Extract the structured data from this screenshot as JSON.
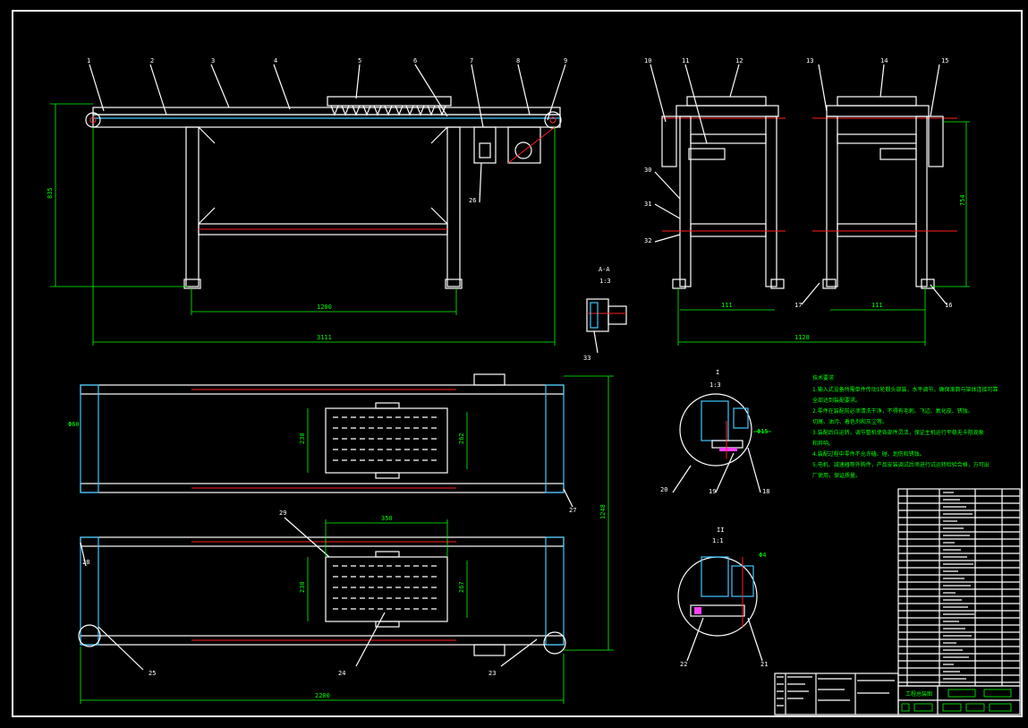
{
  "drawing": {
    "balloons_top": [
      "1",
      "2",
      "3",
      "4",
      "5",
      "6",
      "7",
      "8",
      "9"
    ],
    "balloons_side": [
      "10",
      "11",
      "12",
      "13",
      "14",
      "15"
    ],
    "balloons_left": [
      "30",
      "31",
      "32"
    ],
    "labels": {
      "b26": "26",
      "b17": "17",
      "b16": "16",
      "b33": "33",
      "b27": "27",
      "b29": "29",
      "b28": "28",
      "b25": "25",
      "b24": "24",
      "b23": "23",
      "b20": "20",
      "b19": "19",
      "b18": "18",
      "b22": "22",
      "b21": "21"
    },
    "dims": {
      "h_front": "835",
      "len_legs": "1200",
      "len_total": "3111",
      "w_side1": "111",
      "w_side2": "111",
      "w_side_total": "1128",
      "h_side": "754",
      "plan_width": "1248",
      "phi": "Φ60",
      "tray_h1": "230",
      "tray_h1b": "262",
      "tray_w": "350",
      "tray_h2": "230",
      "tray_h2b": "267",
      "plan_len": "2200",
      "fit1": "Φ15",
      "fit2": "Φ4"
    },
    "section_a": {
      "name": "A-A",
      "scale": "1:3"
    },
    "detail_1": {
      "name": "I",
      "scale": "1:3"
    },
    "detail_2": {
      "name": "II",
      "scale": "1:1"
    },
    "notes": {
      "title": "技术要求",
      "lines": [
        "1.输入式设备所需单件传动1轮毂头部装，水平调节，确保滚筒与架体连接可靠",
        "  全部达到装配要求。",
        "2.零件在装配前必须清洗干净，不得有毛刺、飞边、氧化皮、锈蚀、",
        "  切屑、油污、着色剂和灰尘等。",
        "3.装配后应运转，调节整机使各部件灵活，保证主机运行平稳无卡阻现象",
        "  和异响。",
        "4.装配过程中零件不允许磕、碰、划伤和锈蚀。",
        "5.电机、减速器等外购件，产品安装调试后须进行试运转检验合格，方可出",
        "  厂使用，保证质量。"
      ]
    },
    "title_block": {
      "name": "工程总装图"
    }
  }
}
